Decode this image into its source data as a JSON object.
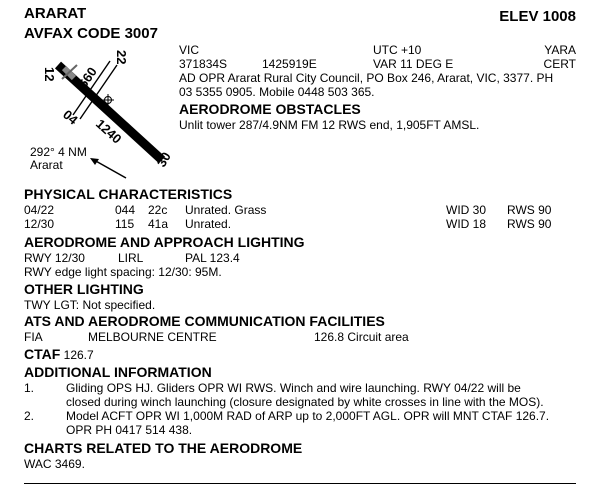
{
  "header": {
    "name": "ARARAT",
    "avfax": "AVFAX CODE 3007",
    "elev": "ELEV 1008"
  },
  "info": {
    "state": "VIC",
    "utc": "UTC +10",
    "code": "YARA",
    "lat": "371834S",
    "lon": "1425919E",
    "var": "VAR 11 DEG E",
    "cert": "CERT",
    "opr_line1": "AD OPR Ararat Rural City Council, PO Box 246, Ararat, VIC, 3377. PH",
    "opr_line2": "03 5355 0905. Mobile 0448 503 365."
  },
  "obstacles": {
    "title": "AERODROME OBSTACLES",
    "text": "Unlit tower 287/4.9NM FM 12 RWS end, 1,905FT AMSL."
  },
  "diagram": {
    "rwy12": "12",
    "rwy30": "30",
    "rwy04": "04",
    "rwy22": "22",
    "len_short": "660",
    "len_long": "1240",
    "bearing": "292° 4 NM",
    "town": "Ararat"
  },
  "physical": {
    "title": "PHYSICAL CHARACTERISTICS",
    "rows": [
      {
        "rwy": "04/22",
        "brg": "044",
        "pcn": "22c",
        "surface": "Unrated. Grass",
        "wid": "WID 30",
        "rws": "RWS 90"
      },
      {
        "rwy": "12/30",
        "brg": "115",
        "pcn": "41a",
        "surface": "Unrated.",
        "wid": "WID 18",
        "rws": "RWS 90"
      }
    ]
  },
  "lighting": {
    "title": "AERODROME AND APPROACH LIGHTING",
    "rwy": "RWY 12/30",
    "type": "LIRL",
    "pal": "PAL 123.4",
    "spacing": "RWY edge light spacing: 12/30: 95M."
  },
  "other_lighting": {
    "title": "OTHER LIGHTING",
    "text": "TWY LGT: Not specified."
  },
  "ats": {
    "title": "ATS AND AERODROME COMMUNICATION FACILITIES",
    "type": "FIA",
    "name": "MELBOURNE CENTRE",
    "freq": "126.8 Circuit area"
  },
  "ctaf": {
    "label": "CTAF",
    "freq": "126.7"
  },
  "additional": {
    "title": "ADDITIONAL INFORMATION",
    "items": [
      {
        "num": "1.",
        "line1": "Gliding OPS HJ. Gliders OPR WI RWS. Winch and wire launching. RWY 04/22 will be",
        "line2": "closed during winch launching (closure designated by white crosses in line with the MOS)."
      },
      {
        "num": "2.",
        "line1": "Model ACFT OPR WI 1,000M RAD of ARP up to 2,000FT AGL. OPR will MNT CTAF 126.7.",
        "line2": "OPR PH 0417 514 438."
      }
    ]
  },
  "charts": {
    "title": "CHARTS RELATED TO THE AERODROME",
    "text": "WAC 3469."
  }
}
